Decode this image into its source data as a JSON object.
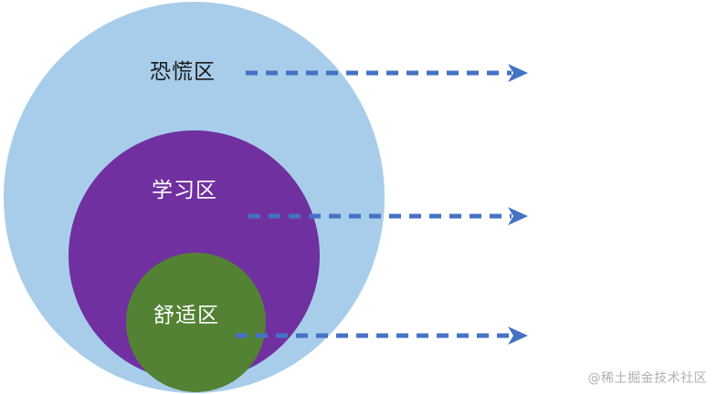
{
  "diagram": {
    "title": "comfort-zone-model",
    "zones": [
      {
        "id": "panic",
        "label": "恐慌区",
        "fill": "#a8cdeb",
        "text_color": "#1a1a1a"
      },
      {
        "id": "learning",
        "label": "学习区",
        "fill": "#7030a0",
        "text_color": "#ffffff"
      },
      {
        "id": "comfort",
        "label": "舒适区",
        "fill": "#548235",
        "text_color": "#ffffff"
      }
    ],
    "arrows": [
      {
        "id": "panic",
        "color": "#4472c4",
        "style": "dashed",
        "direction": "right"
      },
      {
        "id": "learning",
        "color": "#4472c4",
        "style": "dashed",
        "direction": "right"
      },
      {
        "id": "comfort",
        "color": "#4472c4",
        "style": "dashed",
        "direction": "right"
      }
    ],
    "watermark": "@稀土掘金技术社区",
    "background": "#ffffff"
  }
}
